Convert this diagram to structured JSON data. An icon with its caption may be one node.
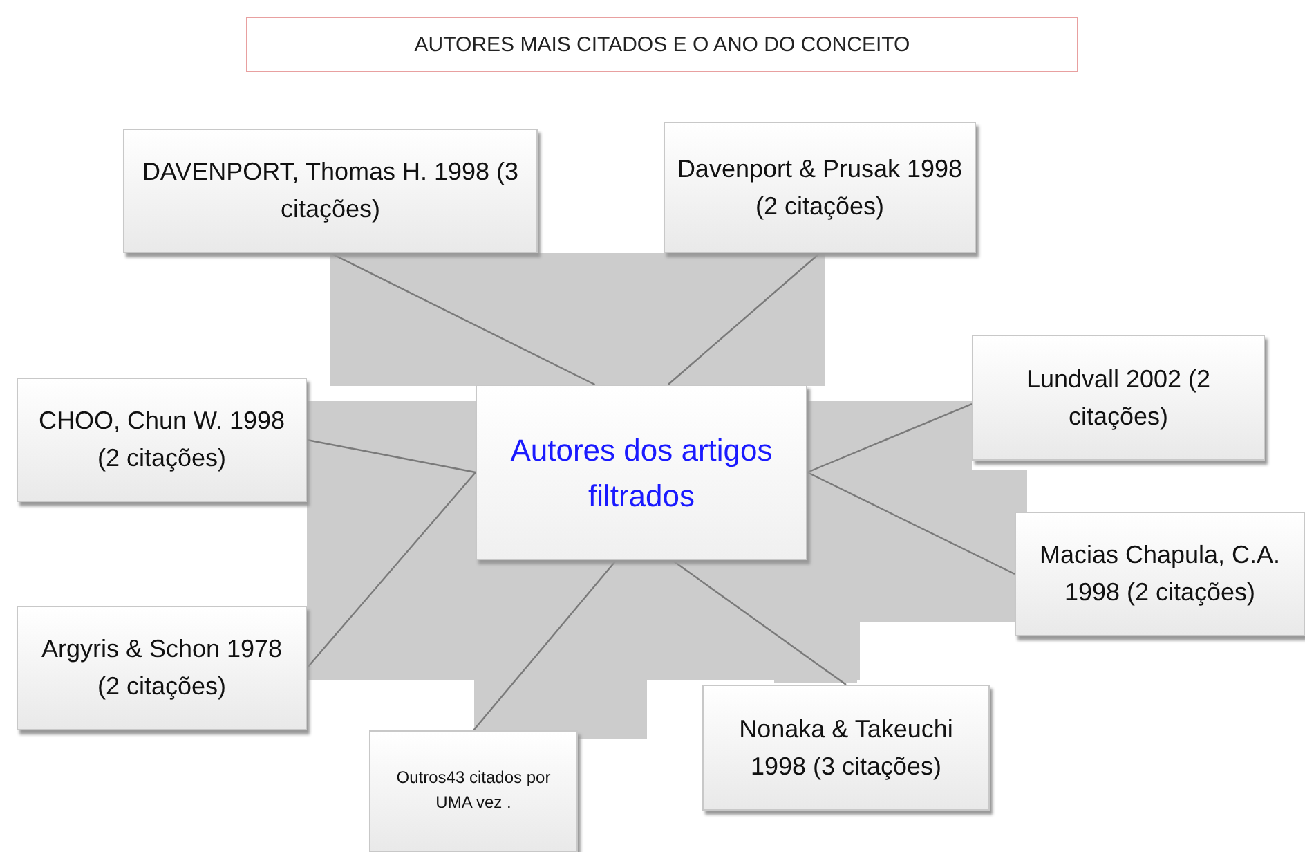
{
  "diagram": {
    "title": "AUTORES MAIS CITADOS E O ANO DO CONCEITO",
    "nodes": [
      {
        "text": [
          "Autores dos artigos filtrados"
        ]
      },
      {
        "text": [
          "DAVENPORT, Thomas H. 1998 (3 citações)"
        ]
      },
      {
        "text": [
          "Davenport & Prusak 1998 (2 citações)"
        ]
      },
      {
        "text": [
          "CHOO, Chun W. 1998 (2 citações)"
        ]
      },
      {
        "text": [
          "Lundvall 2002 (2 citações)"
        ]
      },
      {
        "text": [
          "Macias Chapula, C.A. 1998 (2 citações)"
        ]
      },
      {
        "text": [
          "Argyris & Schon 1978 (2 citações)"
        ]
      },
      {
        "text": [
          "Nonaka & Takeuchi 1998 (3 citações)"
        ]
      },
      {
        "text": [
          "Outros43 citados por UMA vez ."
        ]
      }
    ],
    "edges": [
      {
        "from": 0,
        "to": 1,
        "arrow": "none"
      },
      {
        "from": 0,
        "to": 2,
        "arrow": "none"
      },
      {
        "from": 0,
        "to": 3,
        "arrow": "none"
      },
      {
        "from": 0,
        "to": 4,
        "arrow": "none"
      },
      {
        "from": 0,
        "to": 5,
        "arrow": "none"
      },
      {
        "from": 0,
        "to": 6,
        "arrow": "none"
      },
      {
        "from": 0,
        "to": 7,
        "arrow": "none"
      },
      {
        "from": 0,
        "to": 8,
        "arrow": "none"
      }
    ]
  }
}
